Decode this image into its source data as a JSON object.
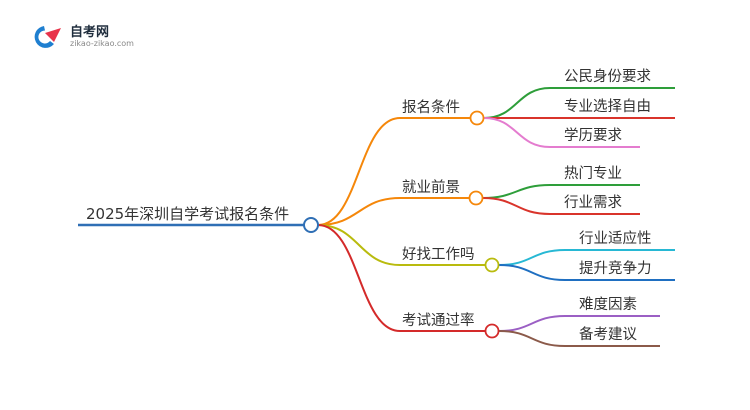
{
  "logo": {
    "title": "自考网",
    "url_text": "zikao-zikao.com"
  },
  "mindmap": {
    "root": "2025年深圳自学考试报名条件",
    "branches": [
      {
        "label": "报名条件",
        "color": "#f5870a",
        "children": [
          {
            "label": "公民身份要求",
            "color": "#2e9e3a"
          },
          {
            "label": "专业选择自由",
            "color": "#d9342b"
          },
          {
            "label": "学历要求",
            "color": "#e47ccf"
          }
        ]
      },
      {
        "label": "就业前景",
        "color": "#f5870a",
        "children": [
          {
            "label": "热门专业",
            "color": "#2e9e3a"
          },
          {
            "label": "行业需求",
            "color": "#d9342b"
          }
        ]
      },
      {
        "label": "好找工作吗",
        "color": "#b9bb0e",
        "children": [
          {
            "label": "行业适应性",
            "color": "#27b8d4"
          },
          {
            "label": "提升竞争力",
            "color": "#1f6fc1"
          }
        ]
      },
      {
        "label": "考试通过率",
        "color": "#d42a2a",
        "children": [
          {
            "label": "难度因素",
            "color": "#9b5fc4"
          },
          {
            "label": "备考建议",
            "color": "#8b5a4a"
          }
        ]
      }
    ]
  }
}
